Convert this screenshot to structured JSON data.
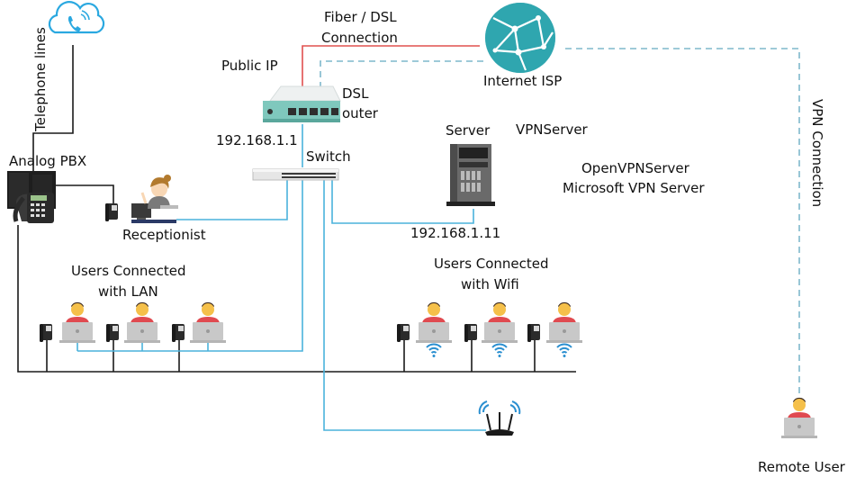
{
  "labels": {
    "telephone_lines": "Telephone lines",
    "analog_pbx": "Analog PBX",
    "receptionist": "Receptionist",
    "public_ip": "Public IP",
    "fiber_line1": "Fiber / DSL",
    "fiber_line2": "Connection",
    "internet_isp": "Internet ISP",
    "dsl_router_line1": "DSL",
    "dsl_router_line2": "outer",
    "router_ip": "192.168.1.1",
    "switch": "Switch",
    "server": "Server",
    "vpn_server": "VPNServer",
    "vpn_option1": "OpenVPNServer",
    "vpn_option2": "Microsoft VPN Server",
    "server_ip": "192.168.1.11",
    "lan_group_line1": "Users Connected",
    "lan_group_line2": "with LAN",
    "wifi_group_line1": "Users Connected",
    "wifi_group_line2": "with Wifi",
    "vpn_connection": "VPN Connection",
    "remote_user": "Remote User"
  },
  "colors": {
    "lan_cable": "#4ab2dc",
    "fiber_link": "#e0504f",
    "vpn_link": "#7fb8cc",
    "phone_line": "#1a1a1a",
    "globe": "#2a9fb8",
    "user_shirt": "#e04a50",
    "user_skin": "#f5c04a",
    "laptop": "#c8c8c8"
  },
  "icons": {
    "cloud_phone": "cloud-phone-icon",
    "pbx": "pbx-icon",
    "desk_phone": "desk-phone-icon",
    "receptionist": "receptionist-icon",
    "globe": "globe-icon",
    "router": "router-icon",
    "switch": "switch-icon",
    "server": "server-icon",
    "user_laptop": "user-laptop-icon",
    "wifi": "wifi-icon",
    "wifi_router": "wifi-router-icon"
  }
}
